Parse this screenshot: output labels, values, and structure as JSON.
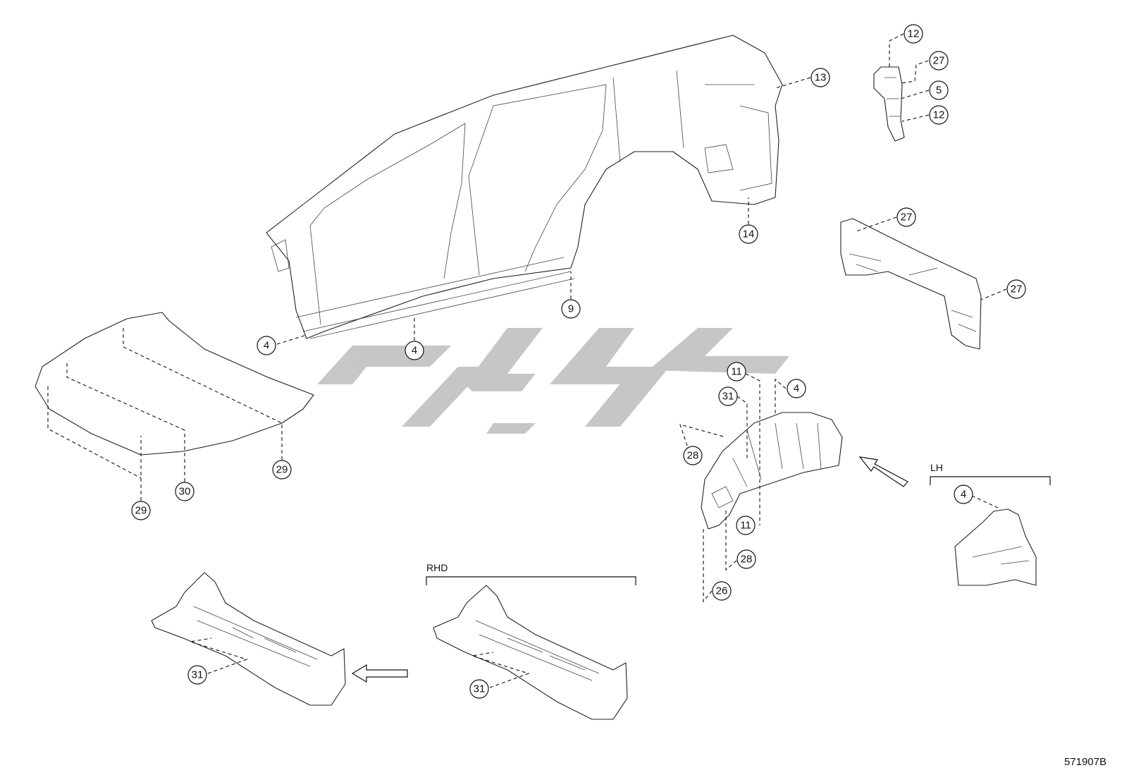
{
  "diagram_code": "571907B",
  "labels": {
    "lh": "LH",
    "rhd": "RHD"
  },
  "callouts": [
    {
      "id": "c1",
      "text": "12"
    },
    {
      "id": "c2",
      "text": "27"
    },
    {
      "id": "c3",
      "text": "5"
    },
    {
      "id": "c4",
      "text": "12"
    },
    {
      "id": "c5",
      "text": "13"
    },
    {
      "id": "c6",
      "text": "14"
    },
    {
      "id": "c7",
      "text": "27"
    },
    {
      "id": "c8",
      "text": "27"
    },
    {
      "id": "c9",
      "text": "9"
    },
    {
      "id": "c10",
      "text": "4"
    },
    {
      "id": "c11",
      "text": "4"
    },
    {
      "id": "c12",
      "text": "11"
    },
    {
      "id": "c13",
      "text": "4"
    },
    {
      "id": "c14",
      "text": "31"
    },
    {
      "id": "c15",
      "text": "28"
    },
    {
      "id": "c16",
      "text": "11"
    },
    {
      "id": "c17",
      "text": "28"
    },
    {
      "id": "c18",
      "text": "26"
    },
    {
      "id": "c19",
      "text": "4"
    },
    {
      "id": "c20",
      "text": "29"
    },
    {
      "id": "c21",
      "text": "30"
    },
    {
      "id": "c22",
      "text": "29"
    },
    {
      "id": "c23",
      "text": "31"
    },
    {
      "id": "c24",
      "text": "31"
    }
  ],
  "colors": {
    "line": "#222222",
    "watermark": "#bdbdbd"
  }
}
